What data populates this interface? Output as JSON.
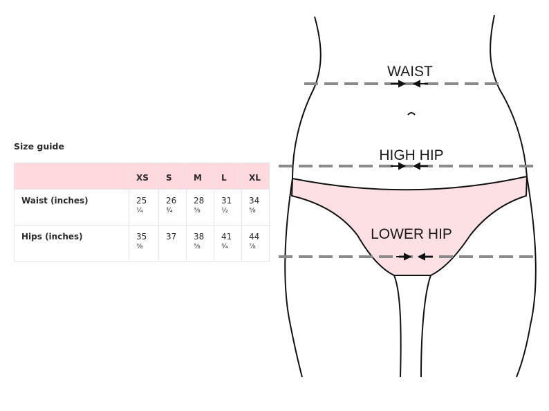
{
  "size_guide": {
    "title": "Size guide",
    "header_bg": "#ffd9de",
    "columns": [
      "",
      "XS",
      "S",
      "M",
      "L",
      "XL"
    ],
    "rows": [
      {
        "label": "Waist (inches)",
        "cells": [
          {
            "whole": "25",
            "frac": "¼"
          },
          {
            "whole": "26",
            "frac": "¾"
          },
          {
            "whole": "28",
            "frac": "⅜"
          },
          {
            "whole": "31",
            "frac": "½"
          },
          {
            "whole": "34",
            "frac": "⅝"
          }
        ]
      },
      {
        "label": "Hips (inches)",
        "cells": [
          {
            "whole": "35",
            "frac": "⅜"
          },
          {
            "whole": "37",
            "frac": ""
          },
          {
            "whole": "38",
            "frac": "⅝"
          },
          {
            "whole": "41",
            "frac": "¾"
          },
          {
            "whole": "44",
            "frac": "⅞"
          }
        ]
      }
    ]
  },
  "diagram": {
    "labels": {
      "waist": "WAIST",
      "high_hip": "HIGH HIP",
      "lower_hip": "LOWER HIP"
    },
    "colors": {
      "garment_fill": "#fde0e3",
      "outline": "#111111",
      "measure_line": "#8a8a8a"
    }
  }
}
